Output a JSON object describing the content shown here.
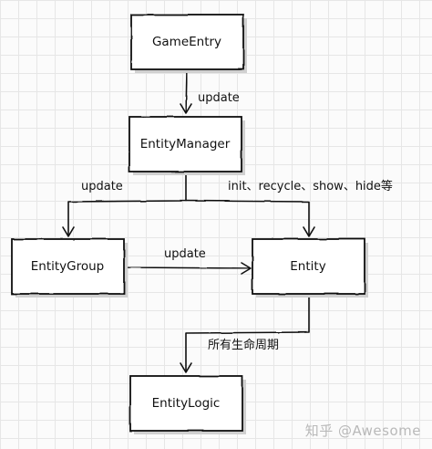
{
  "diagram": {
    "nodes": [
      {
        "id": "game-entry",
        "label": "GameEntry"
      },
      {
        "id": "entity-manager",
        "label": "EntityManager"
      },
      {
        "id": "entity-group",
        "label": "EntityGroup"
      },
      {
        "id": "entity",
        "label": "Entity"
      },
      {
        "id": "entity-logic",
        "label": "EntityLogic"
      }
    ],
    "edges": [
      {
        "id": "gameentry-to-manager",
        "from": "game-entry",
        "to": "entity-manager",
        "label": "update"
      },
      {
        "id": "manager-to-group",
        "from": "entity-manager",
        "to": "entity-group",
        "label": "update"
      },
      {
        "id": "manager-to-entity",
        "from": "entity-manager",
        "to": "entity",
        "label": "init、recycle、show、hide等"
      },
      {
        "id": "group-to-entity",
        "from": "entity-group",
        "to": "entity",
        "label": "update"
      },
      {
        "id": "entity-to-logic",
        "from": "entity",
        "to": "entity-logic",
        "label": "所有生命周期"
      }
    ]
  },
  "watermark": {
    "text": "知乎 @Awesome"
  },
  "colors": {
    "background": "#fbfbfb",
    "grid": "#e6e6e6",
    "stroke": "#111111",
    "watermark": "#b9b9b9"
  }
}
